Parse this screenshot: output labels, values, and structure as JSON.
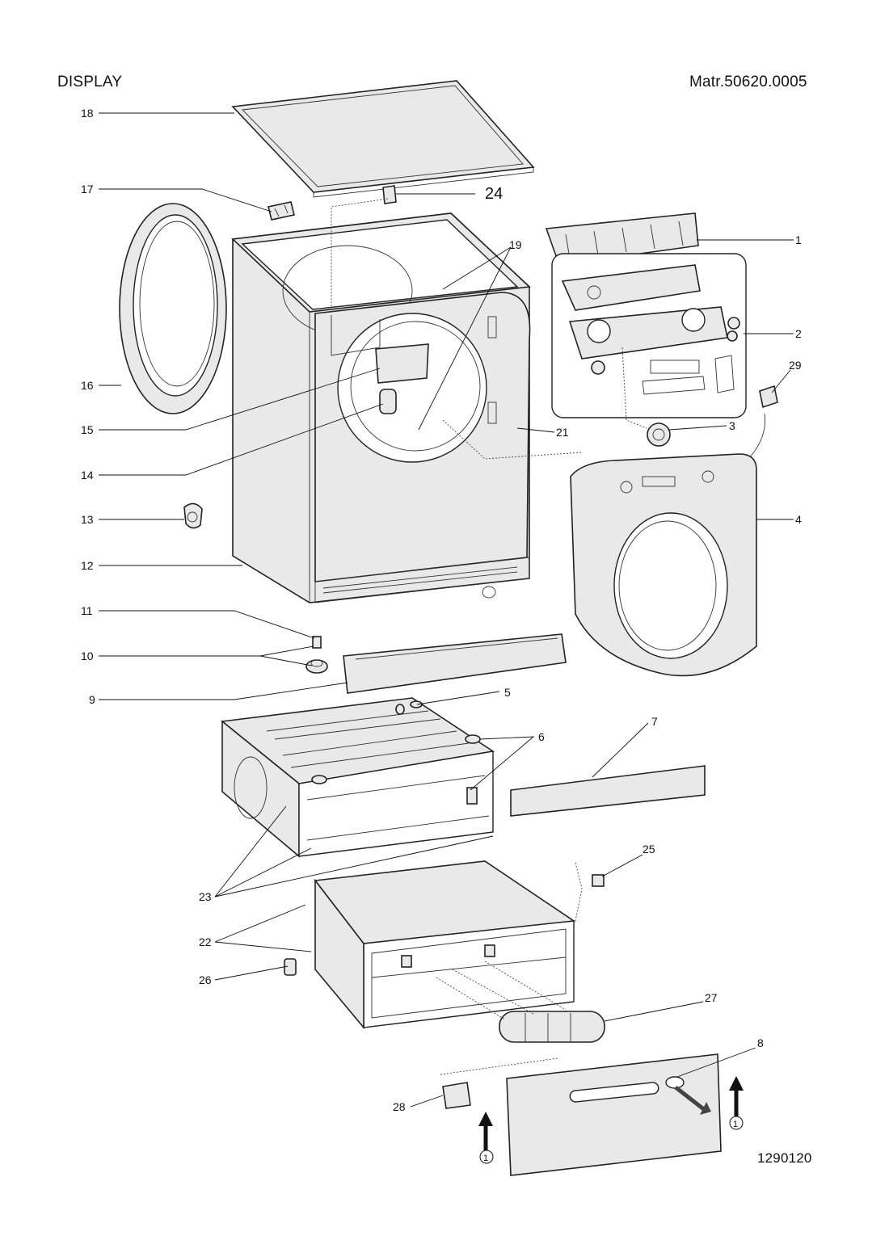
{
  "header": {
    "title": "DISPLAY",
    "matr": "Matr.50620.0005",
    "drawing_code": "1290120"
  },
  "callouts": {
    "c1": "1",
    "c2": "2",
    "c3": "3",
    "c4": "4",
    "c5": "5",
    "c6": "6",
    "c7": "7",
    "c8": "8",
    "c9": "9",
    "c10": "10",
    "c11": "11",
    "c12": "12",
    "c13": "13",
    "c14": "14",
    "c15": "15",
    "c16": "16",
    "c17": "17",
    "c18": "18",
    "c19": "19",
    "c21": "21",
    "c22": "22",
    "c23": "23",
    "c24": "24",
    "c25": "25",
    "c26": "26",
    "c27": "27",
    "c28": "28",
    "c29": "29"
  },
  "arrow_marker": "1"
}
